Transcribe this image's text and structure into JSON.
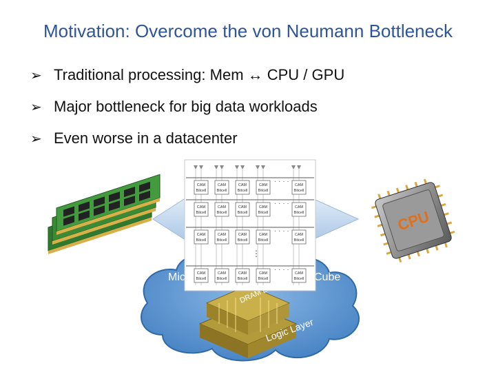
{
  "slide": {
    "title": "Motivation: Overcome the von Neumann Bottleneck",
    "bullets": [
      "Traditional processing: Mem ↔ CPU / GPU",
      "Major bottleneck for big data workloads",
      "Even worse in a datacenter"
    ],
    "bullet_icon": "arrowhead-bullet-icon"
  },
  "figure": {
    "cloud_label_left": "Mic",
    "cloud_label_right": "Cube",
    "cell_label_line1": "CAM",
    "cell_label_line2": "Bitcell",
    "layer_label_dram": "DRAM Layer",
    "layer_label_logic": "Logic Layer",
    "cpu_label": "CPU",
    "colors": {
      "title": "#2e5597",
      "arrow": "#c9dcef",
      "cloud": "#4a86c5",
      "ram_board": "#2f7a2f",
      "chip": "#8a8a8a"
    }
  }
}
